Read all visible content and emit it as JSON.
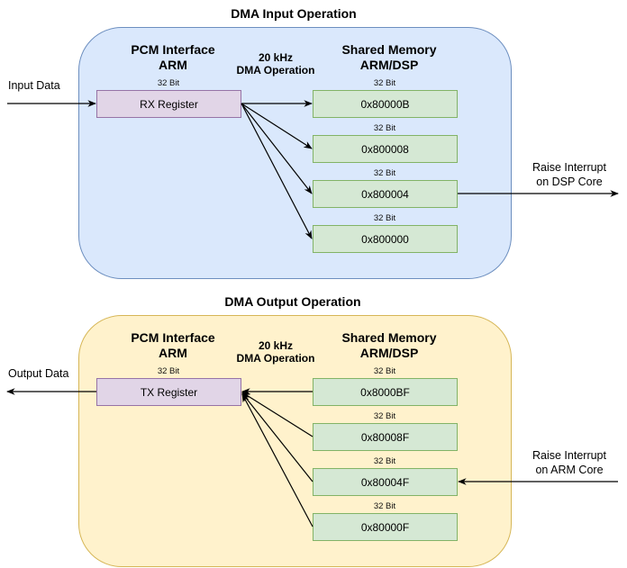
{
  "input_section": {
    "title": "DMA Input Operation",
    "pcm_heading": [
      "PCM Interface",
      "ARM"
    ],
    "dma_heading": [
      "20 kHz",
      "DMA Operation"
    ],
    "mem_heading": [
      "Shared Memory",
      "ARM/DSP"
    ],
    "register": {
      "bits": "32 Bit",
      "label": "RX Register"
    },
    "memory": [
      {
        "bits": "32 Bit",
        "address": "0x80000B"
      },
      {
        "bits": "32 Bit",
        "address": "0x800008"
      },
      {
        "bits": "32 Bit",
        "address": "0x800004"
      },
      {
        "bits": "32 Bit",
        "address": "0x800000"
      }
    ],
    "external_in": "Input Data",
    "external_out": [
      "Raise Interrupt",
      "on DSP Core"
    ],
    "colors": {
      "fill": "#dae8fc",
      "stroke": "#6c8ebf"
    }
  },
  "output_section": {
    "title": "DMA Output Operation",
    "pcm_heading": [
      "PCM Interface",
      "ARM"
    ],
    "dma_heading": [
      "20 kHz",
      "DMA Operation"
    ],
    "mem_heading": [
      "Shared Memory",
      "ARM/DSP"
    ],
    "register": {
      "bits": "32 Bit",
      "label": "TX Register"
    },
    "memory": [
      {
        "bits": "32 Bit",
        "address": "0x8000BF"
      },
      {
        "bits": "32 Bit",
        "address": "0x80008F"
      },
      {
        "bits": "32 Bit",
        "address": "0x80004F"
      },
      {
        "bits": "32 Bit",
        "address": "0x80000F"
      }
    ],
    "external_out": "Output Data",
    "external_in": [
      "Raise Interrupt",
      "on ARM Core"
    ],
    "colors": {
      "fill": "#fff2cc",
      "stroke": "#d6b656"
    }
  },
  "colors": {
    "register_fill": "#e1d5e7",
    "register_stroke": "#9673a6",
    "memory_fill": "#d5e8d4",
    "memory_stroke": "#82b366"
  }
}
